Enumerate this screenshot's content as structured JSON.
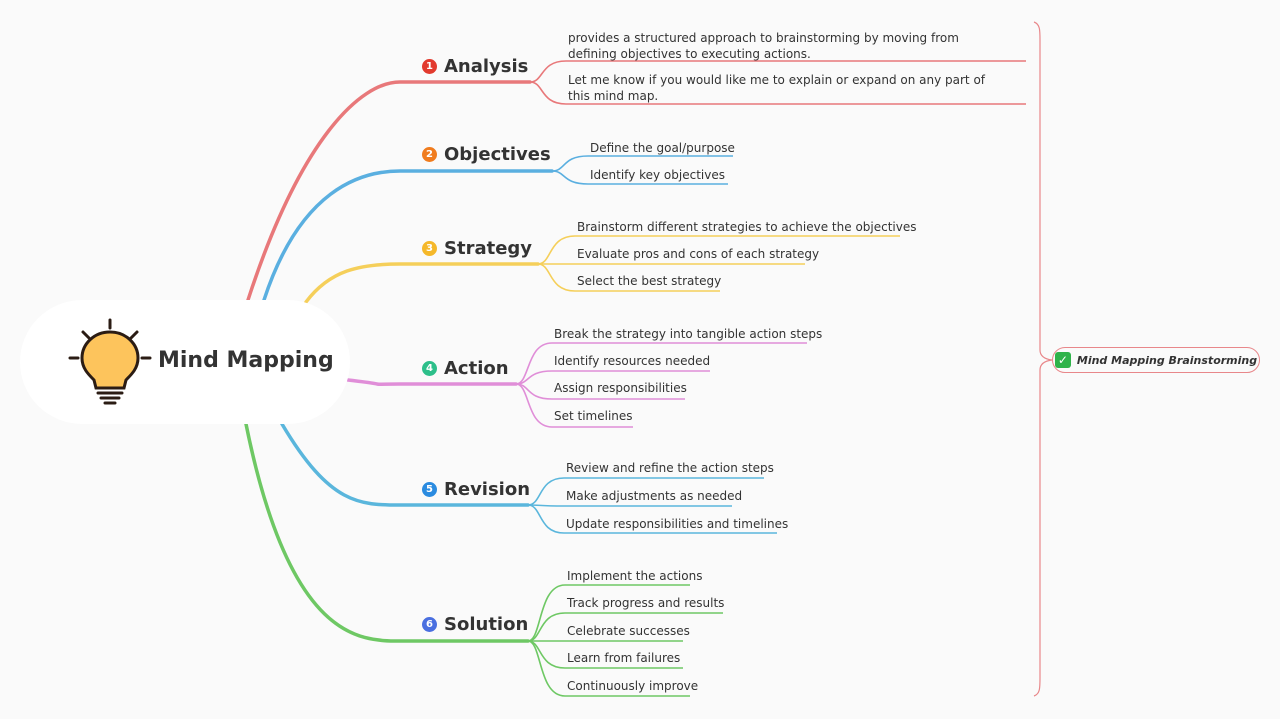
{
  "central": {
    "title": "Mind Mapping",
    "icon": "lightbulb-icon"
  },
  "summary": {
    "text": "Mind Mapping Brainstorming",
    "icon": "check-mark-icon",
    "accent": "#2fb34a"
  },
  "branches": [
    {
      "id": "analysis",
      "number": "1",
      "label": "Analysis",
      "color": "#e8787a",
      "badge": "#e23a2e",
      "leaves": [
        "provides a structured approach to brainstorming by moving from defining objectives to executing actions.",
        "Let me know if you would like me to explain or expand on any part of this mind map."
      ]
    },
    {
      "id": "objectives",
      "number": "2",
      "label": "Objectives",
      "color": "#5aafe0",
      "badge": "#f07c1e",
      "leaves": [
        "Define the goal/purpose",
        "Identify key objectives"
      ]
    },
    {
      "id": "strategy",
      "number": "3",
      "label": "Strategy",
      "color": "#f5cf5a",
      "badge": "#f5b82a",
      "leaves": [
        "Brainstorm different strategies to achieve the objectives",
        "Evaluate pros and cons of each strategy",
        "Select the best strategy"
      ]
    },
    {
      "id": "action",
      "number": "4",
      "label": "Action",
      "color": "#e08ed8",
      "badge": "#2dbf8a",
      "leaves": [
        "Break the strategy into tangible action steps",
        "Identify resources needed",
        "Assign responsibilities",
        "Set timelines"
      ]
    },
    {
      "id": "revision",
      "number": "5",
      "label": "Revision",
      "color": "#5ab6dc",
      "badge": "#2a8be0",
      "leaves": [
        "Review and refine the action steps",
        "Make adjustments as needed",
        "Update responsibilities and timelines"
      ]
    },
    {
      "id": "solution",
      "number": "6",
      "label": "Solution",
      "color": "#6ec864",
      "badge": "#4a6fe0",
      "leaves": [
        "Implement the actions",
        "Track progress and results",
        "Celebrate successes",
        "Learn from failures",
        "Continuously improve"
      ]
    }
  ]
}
